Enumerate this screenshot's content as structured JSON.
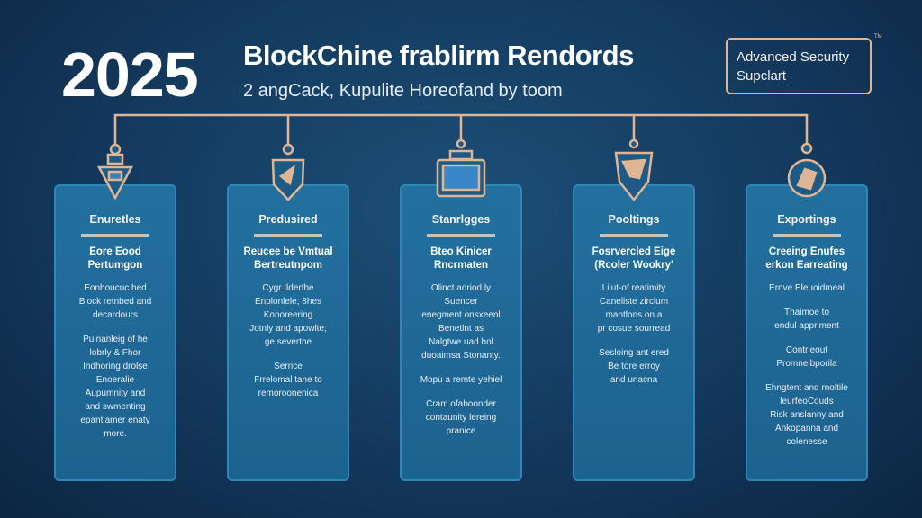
{
  "header": {
    "year": "2025",
    "title": "BlockChine frablirm Rendords",
    "subtitle": "2 angCack, Kupulite Horeofand by toom",
    "badge": "Advanced Security\nSupclart",
    "trademark": "TM"
  },
  "accent": "#e0b594",
  "cards": [
    {
      "icon": "lock-pendant-icon",
      "title": "Enuretles",
      "heading": "Eore Eood\nPertumgon",
      "paragraphs": [
        "Eonhoucuc hed\nBlock retnbed and\ndecardours",
        "Puinanleig of he\nlobrly & Fhor\nIndhoring drolse\nEnoeralie\nAupumnity and\nand swmenting\nepantiamer enaty\nmore."
      ]
    },
    {
      "icon": "shield-icon",
      "title": "Predusired",
      "heading": "Reucee be Vmtual\nBertreutnpom",
      "paragraphs": [
        "Cygr Ilderthe\nEnplonlele; 8hes\nKonoreering\nJotnly and apowlte;\nge severtne",
        "Serrice\nFrrelomal tane to\nremoroonenica"
      ]
    },
    {
      "icon": "monitor-badge-icon",
      "title": "Stanrlgges",
      "heading": "Bteo Kinicer\nRncrmaten",
      "paragraphs": [
        "Olinct adriod.ly\nSuencer\nenegment onsxeenl\nBenetlnt as\nNalgtwe uad hol\nduoaimsa Stonanty.",
        "Mopu a remte yehiel",
        "Cram ofaboonder\ncontaunity lereing\npranice"
      ]
    },
    {
      "icon": "shield-map-icon",
      "title": "Pooltings",
      "heading": "Fosrvercled Eige\n(Rcoler Wookry'",
      "paragraphs": [
        "Lilut-of reatimity\nCaneliste zirclum\nmantlons on a\npr cosue sourread",
        "Sesloing ant ered\nBe tore erroy\nand unacna"
      ]
    },
    {
      "icon": "globe-pendant-icon",
      "title": "Exportings",
      "heading": "Creeing Enufes\nerkon Earreating",
      "paragraphs": [
        "Ernve Eleuoidmeal",
        "Thaimoe to\nendul appriment",
        "Contrieout\nPromnelbporila",
        "Ehngtent and rnoltile\nleurfeoCouds\nRisk anslanny and\nAnkopanna and\ncolenesse"
      ]
    }
  ]
}
